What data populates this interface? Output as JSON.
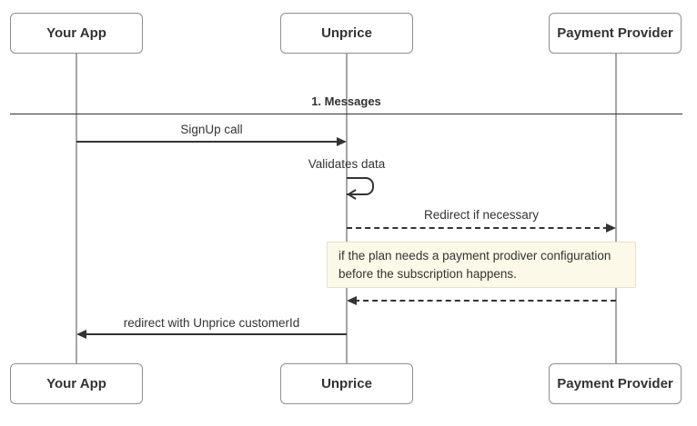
{
  "diagram": {
    "type": "sequence-diagram",
    "actors": [
      {
        "id": "your-app",
        "label": "Your App"
      },
      {
        "id": "unprice",
        "label": "Unprice"
      },
      {
        "id": "payment-provider",
        "label": "Payment Provider"
      }
    ],
    "divider": {
      "label": "1. Messages"
    },
    "messages": [
      {
        "from": "your-app",
        "to": "unprice",
        "label": "SignUp call",
        "style": "solid"
      },
      {
        "from": "unprice",
        "to": "unprice",
        "label": "Validates data",
        "style": "self-loop"
      },
      {
        "from": "unprice",
        "to": "payment-provider",
        "label": "Redirect if necessary",
        "style": "dashed"
      },
      {
        "from": "payment-provider",
        "to": "unprice",
        "label": "",
        "style": "dashed"
      },
      {
        "from": "unprice",
        "to": "your-app",
        "label": "redirect with Unprice customerId",
        "style": "solid"
      }
    ],
    "note": {
      "over": [
        "unprice",
        "payment-provider"
      ],
      "lines": [
        "if the plan needs a payment prodiver configuration",
        "before the subscription happens."
      ]
    },
    "colors": {
      "background": "#ffffff",
      "actor_border": "#8f8f8f",
      "lifeline": "#a6a6a6",
      "arrow": "#333333",
      "text": "#333333",
      "note_fill": "#fdf9e8",
      "note_border": "#e6e1ca"
    }
  }
}
